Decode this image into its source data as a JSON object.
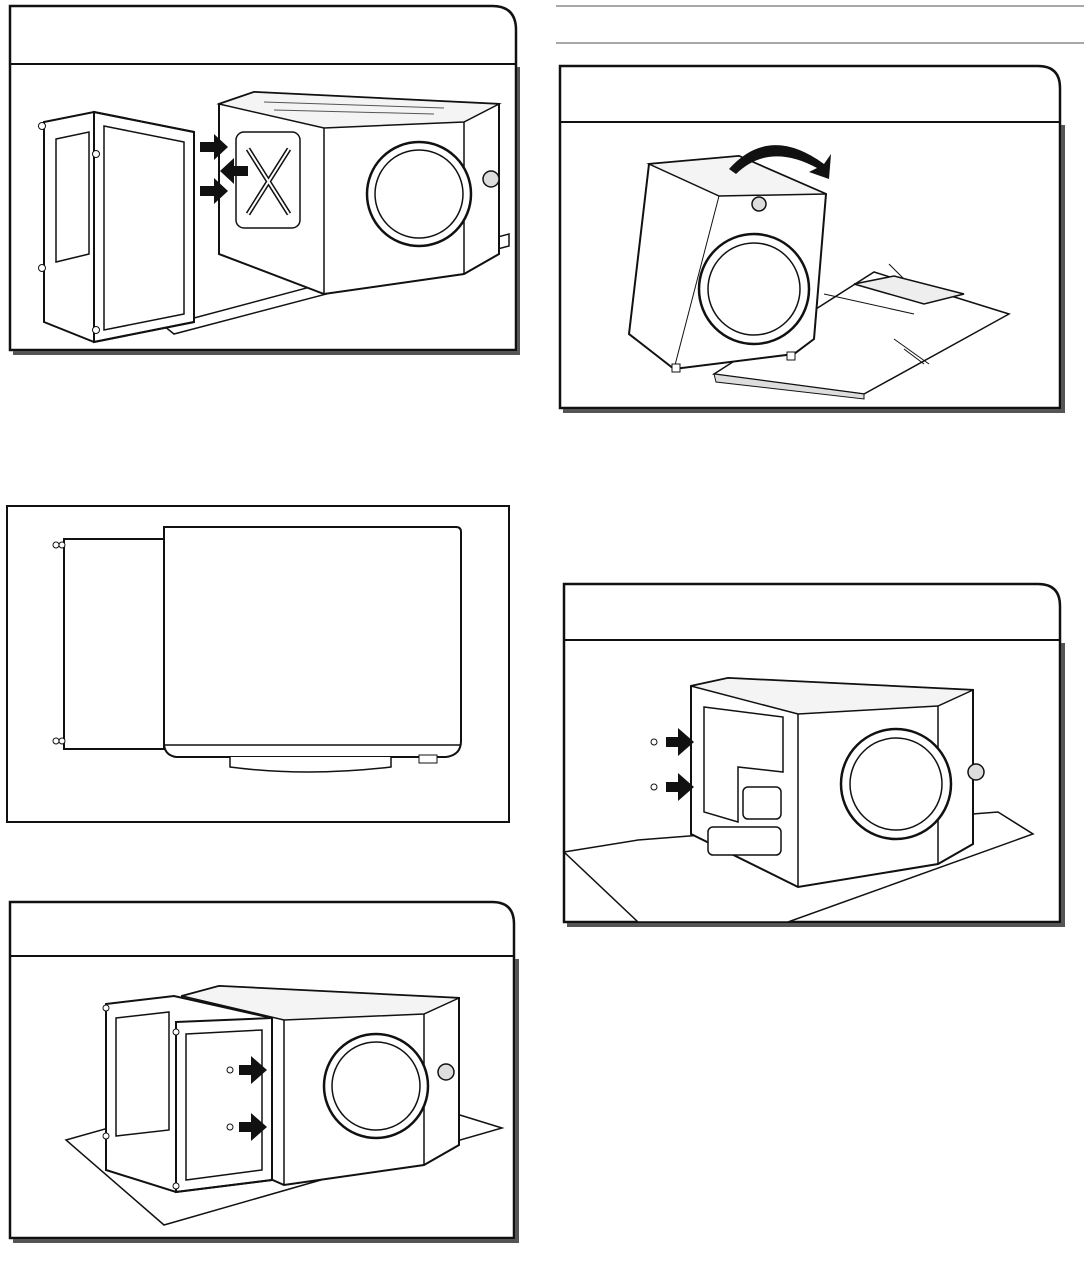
{
  "page": {
    "illustrations": [
      {
        "name": "pedestal-attach-to-washer",
        "arrows": 3
      },
      {
        "name": "washer-tilted-onto-cardboard",
        "arrows": 1
      },
      {
        "name": "pedestal-side-view",
        "arrows": 0
      },
      {
        "name": "washer-rear-screw-holes",
        "arrows": 2
      },
      {
        "name": "pedestal-screws-installed",
        "arrows": 2
      }
    ]
  }
}
